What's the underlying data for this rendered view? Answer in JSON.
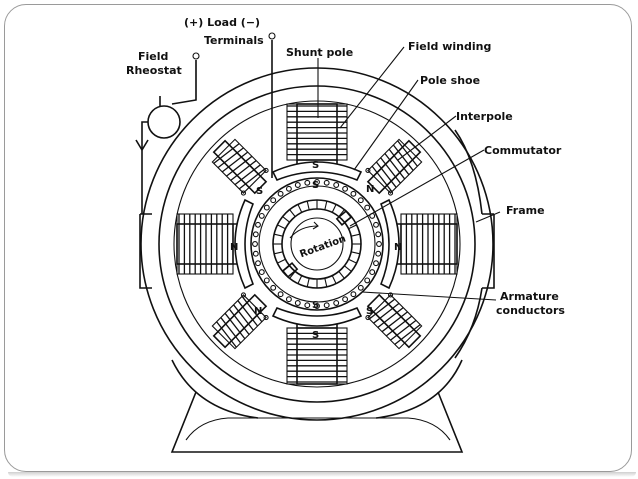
{
  "labels": {
    "load_line1": "(+)  Load  (−)",
    "load_line2": "Terminals",
    "rheostat_line1": "Field",
    "rheostat_line2": "Rheostat",
    "shunt_pole": "Shunt pole",
    "field_winding": "Field winding",
    "pole_shoe": "Pole shoe",
    "interpole": "Interpole",
    "commutator": "Commutator",
    "frame": "Frame",
    "armature_line1": "Armature",
    "armature_line2": "conductors",
    "rotation": "Rotation"
  },
  "pole_marks": {
    "top": "S",
    "bottom": "S",
    "left": "N",
    "right": "N",
    "top_inner": "S",
    "bottom_inner": "S",
    "interpole_ul": "S",
    "interpole_ur": "N",
    "interpole_ll": "N",
    "interpole_lr": "S"
  },
  "colors": {
    "ink": "#111111",
    "slide_border": "#9a9a9a",
    "background": "#ffffff"
  }
}
